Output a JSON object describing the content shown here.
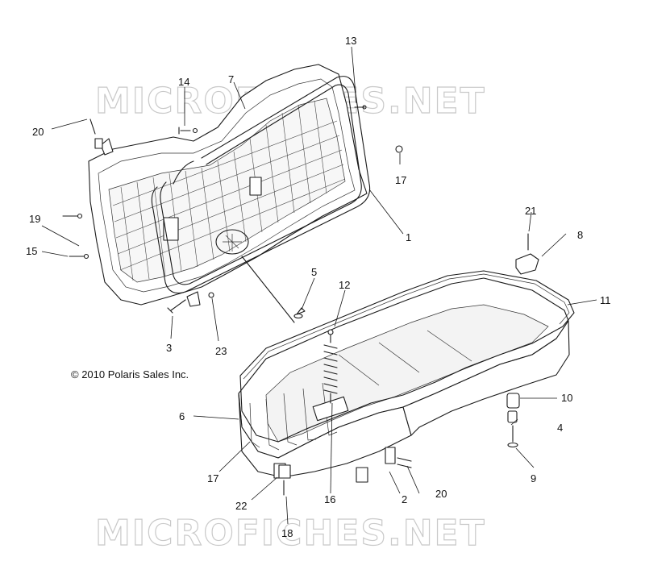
{
  "watermarks": {
    "top": "MICROFICHES.NET",
    "bottom": "MICROFICHES.NET"
  },
  "copyright": "© 2010 Polaris Sales Inc.",
  "callouts": {
    "c1": "1",
    "c2": "2",
    "c3": "3",
    "c4": "4",
    "c5": "5",
    "c6": "6",
    "c7": "7",
    "c8": "8",
    "c9": "9",
    "c10": "10",
    "c11": "11",
    "c12": "12",
    "c13": "13",
    "c14": "14",
    "c15": "15",
    "c16": "16",
    "c17a": "17",
    "c17b": "17",
    "c18": "18",
    "c19": "19",
    "c20a": "20",
    "c20b": "20",
    "c21": "21",
    "c22": "22",
    "c23": "23"
  }
}
